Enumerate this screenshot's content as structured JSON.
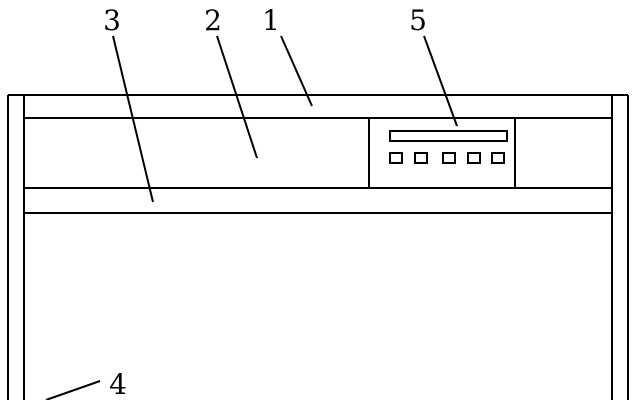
{
  "colors": {
    "stroke": "#000000",
    "background": "#ffffff"
  },
  "callouts": [
    {
      "number": "1",
      "part": "top-frame"
    },
    {
      "number": "2",
      "part": "upper-panel"
    },
    {
      "number": "3",
      "part": "crossbar"
    },
    {
      "number": "4",
      "part": "side-post"
    },
    {
      "number": "5",
      "part": "control-panel"
    }
  ],
  "control_panel": {
    "display_count": 1,
    "button_count": 5
  }
}
